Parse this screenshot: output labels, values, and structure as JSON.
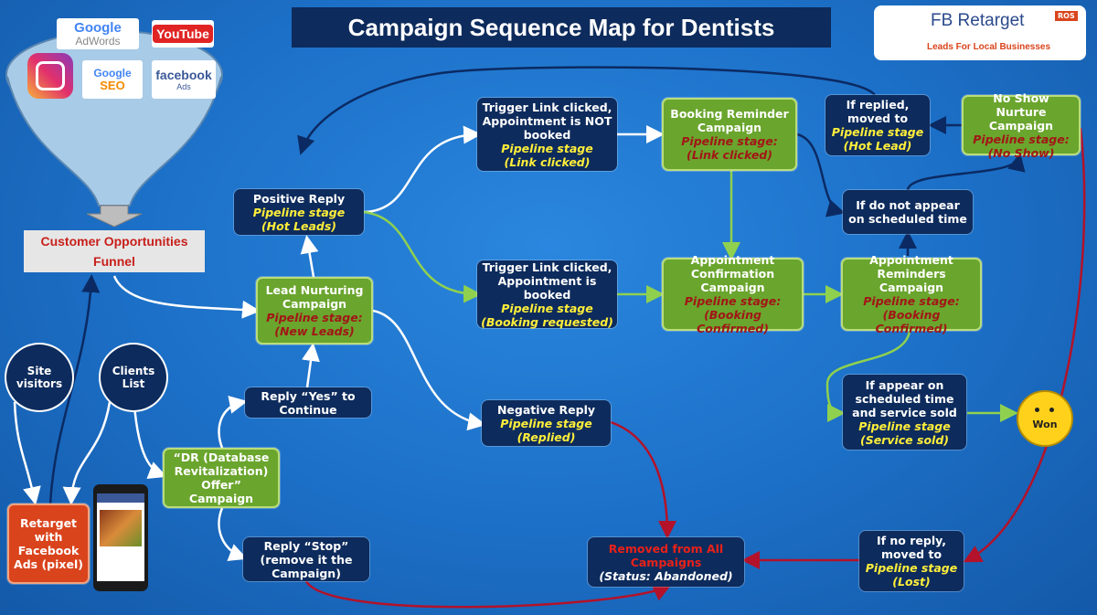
{
  "title": "Campaign Sequence Map for Dentists",
  "brand": {
    "name": "FB Retarget",
    "tagline": "Leads For Local Businesses",
    "badge": "ROS"
  },
  "logos": {
    "google": "Google",
    "adwords": "AdWords",
    "youtube": "YouTube",
    "seo_google": "Google",
    "seo": "SEO",
    "facebook": "facebook",
    "facebook_ads": "Ads"
  },
  "funnel_label": "Customer Opportunities Funnel",
  "sources": {
    "site_visitors": "Site visitors",
    "clients_list": "Clients List"
  },
  "retarget": "Retarget with Facebook Ads (pixel)",
  "nodes": {
    "positive_reply": {
      "label": "Positive Reply",
      "stage_prefix": "Pipeline stage",
      "stage": "(Hot Leads)"
    },
    "lead_nurturing": {
      "label": "Lead Nurturing Campaign",
      "stage_prefix": "Pipeline stage:",
      "stage": "(New Leads)"
    },
    "reply_yes": {
      "label": "Reply “Yes” to Continue"
    },
    "dr_offer": {
      "label": "“DR (Database Revitalization) Offer” Campaign"
    },
    "reply_stop": {
      "label": "Reply “Stop” (remove it the Campaign)"
    },
    "trigger_not_booked": {
      "label": "Trigger Link clicked, Appointment is NOT booked",
      "stage_prefix": "Pipeline stage",
      "stage": "(Link clicked)"
    },
    "trigger_booked": {
      "label": "Trigger Link clicked, Appointment is booked",
      "stage_prefix": "Pipeline stage",
      "stage": "(Booking requested)"
    },
    "negative_reply": {
      "label": "Negative Reply",
      "stage_prefix": "Pipeline stage",
      "stage": "(Replied)"
    },
    "booking_reminder": {
      "label": "Booking Reminder Campaign",
      "stage_prefix": "Pipeline stage:",
      "stage": "(Link clicked)"
    },
    "appt_confirmation": {
      "label": "Appointment Confirmation Campaign",
      "stage_prefix": "Pipeline stage:",
      "stage": "(Booking Confirmed)"
    },
    "appt_reminders": {
      "label": "Appointment Reminders Campaign",
      "stage_prefix": "Pipeline stage:",
      "stage": "(Booking Confirmed)"
    },
    "if_replied": {
      "label": "If replied, moved to",
      "stage_prefix": "Pipeline stage",
      "stage": "(Hot Lead)"
    },
    "no_show": {
      "label": "No Show Nurture Campaign",
      "stage_prefix": "Pipeline stage:",
      "stage": "(No Show)"
    },
    "if_not_appear": {
      "label": "If do not appear on scheduled time"
    },
    "if_appear": {
      "label": "If appear on scheduled time and service sold",
      "stage_prefix": "Pipeline stage",
      "stage": "(Service sold)"
    },
    "if_no_reply": {
      "label": "If no reply, moved to",
      "stage_prefix": "Pipeline stage",
      "stage": "(Lost)"
    },
    "removed": {
      "label": "Removed from All Campaigns",
      "stage": "(Status: Abandoned)"
    }
  },
  "won": "Won",
  "colors": {
    "dark": "#0d2b5c",
    "green": "#6aa52d",
    "red_arrow": "#b3122a",
    "green_arrow": "#8fd14f",
    "white_arrow": "#ffffff",
    "navy_arrow": "#0b2a63"
  }
}
